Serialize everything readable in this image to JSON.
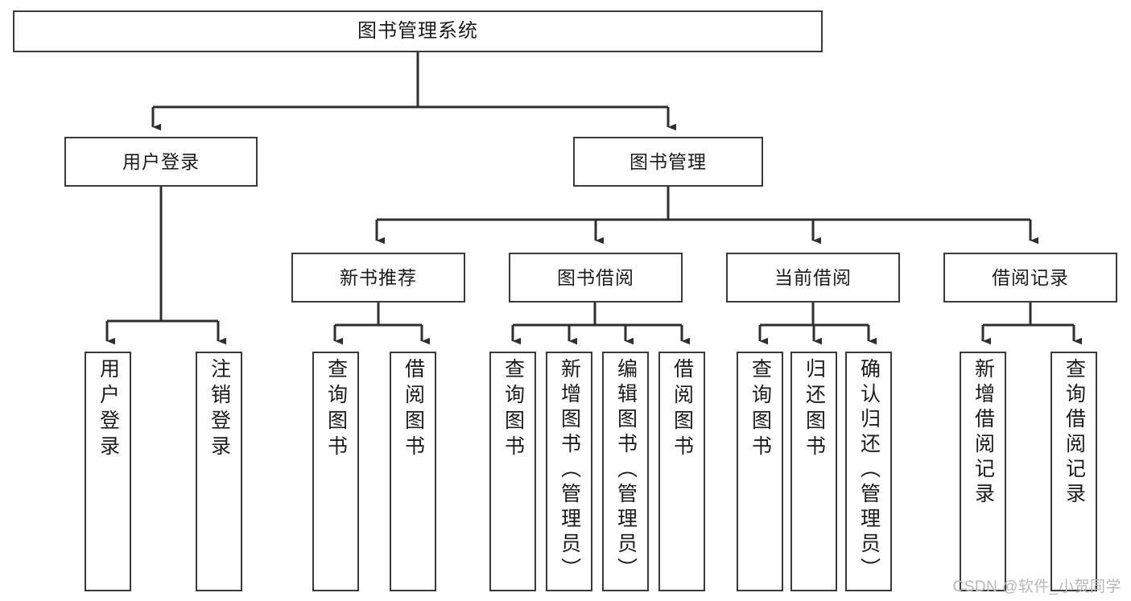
{
  "diagram": {
    "title": "图书管理系统",
    "watermark": "CSDN @软件_小贺同学",
    "colors": {
      "box_border": "#3a3a3a",
      "box_fill": "#ffffff",
      "connector": "#2f2f2f",
      "text": "#1b1b1b",
      "watermark": "#b9b9b9"
    },
    "root": {
      "label": "图书管理系统"
    },
    "level2": [
      {
        "label": "用户登录"
      },
      {
        "label": "图书管理"
      }
    ],
    "level3": [
      {
        "label": "新书推荐"
      },
      {
        "label": "图书借阅"
      },
      {
        "label": "当前借阅"
      },
      {
        "label": "借阅记录"
      }
    ],
    "leaves": {
      "user_login": [
        {
          "label": "用户登录"
        },
        {
          "label": "注销登录"
        }
      ],
      "new_book_recommend": [
        {
          "label": "查询图书"
        },
        {
          "label": "借阅图书"
        }
      ],
      "book_borrow": [
        {
          "label": "查询图书"
        },
        {
          "label": "新增图书（管理员）"
        },
        {
          "label": "编辑图书（管理员）"
        },
        {
          "label": "借阅图书"
        }
      ],
      "current_borrow": [
        {
          "label": "查询图书"
        },
        {
          "label": "归还图书"
        },
        {
          "label": "确认归还（管理员）"
        }
      ],
      "borrow_record": [
        {
          "label": "新增借阅记录"
        },
        {
          "label": "查询借阅记录"
        }
      ]
    }
  }
}
